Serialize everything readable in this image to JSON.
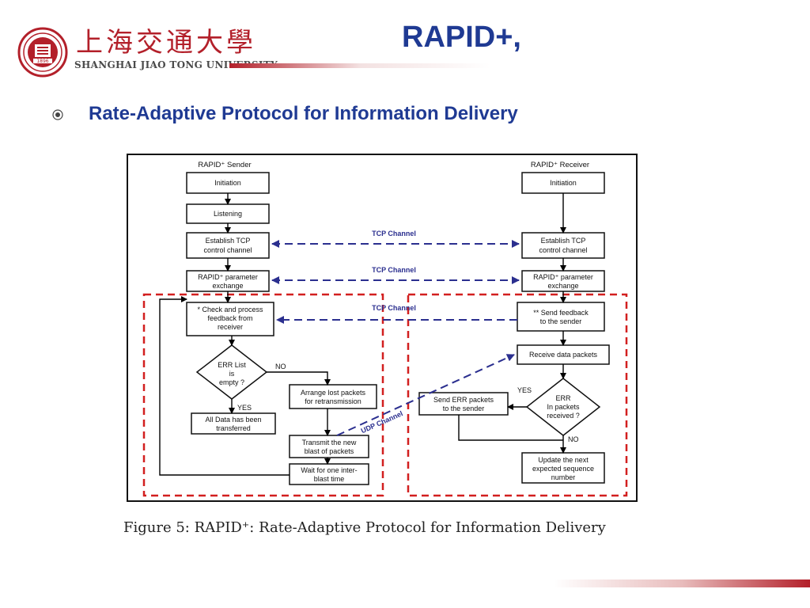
{
  "header": {
    "university_cn": "上海交通大學",
    "university_en": "SHANGHAI JIAO TONG UNIVERSITY",
    "logo_year": "1896",
    "title": "RAPID+,"
  },
  "bullet": {
    "text": "Rate-Adaptive Protocol for Information Delivery"
  },
  "diagram": {
    "sender_title": "RAPID⁺ Sender",
    "receiver_title": "RAPID⁺ Receiver",
    "sender": {
      "initiation": "Initiation",
      "listening": "Listening",
      "tcp_line1": "Establish TCP",
      "tcp_line2": "control channel",
      "param_line1": "RAPID⁺ parameter",
      "param_line2": "exchange",
      "check_line1": "* Check and process",
      "check_line2": "feedback from",
      "check_line3": "receiver",
      "err_line1": "ERR List",
      "err_line2": "is",
      "err_line3": "empty ?",
      "arrange_line1": "Arrange lost packets",
      "arrange_line2": "for retransmission",
      "done_line1": "All Data has been",
      "done_line2": "transferred",
      "transmit_line1": "Transmit the new",
      "transmit_line2": "blast of packets",
      "wait_line1": "Wait for one inter-",
      "wait_line2": "blast time",
      "no_label": "NO",
      "yes_label": "YES"
    },
    "receiver": {
      "initiation": "Initiation",
      "tcp_line1": "Establish TCP",
      "tcp_line2": "control channel",
      "param_line1": "RAPID⁺ parameter",
      "param_line2": "exchange",
      "feedback_line1": "** Send feedback",
      "feedback_line2": "to the sender",
      "receive": "Receive data packets",
      "err_line1": "ERR",
      "err_line2": "In packets",
      "err_line3": "received ?",
      "senderr_line1": "Send ERR packets",
      "senderr_line2": "to the sender",
      "update_line1": "Update the next",
      "update_line2": "expected sequence",
      "update_line3": "number",
      "yes_label": "YES",
      "no_label": "NO"
    },
    "channels": {
      "tcp1": "TCP Channel",
      "tcp2": "TCP Channel",
      "tcp3": "TCP Channel",
      "udp": "UDP Channel"
    },
    "colors": {
      "channel": "#2b2f8f",
      "region": "#d21f1f"
    }
  },
  "caption": {
    "text": "Figure 5: RAPID⁺: Rate-Adaptive Protocol for Information Delivery"
  },
  "colors": {
    "title": "#1f3a93",
    "brand_red": "#b3202a"
  }
}
